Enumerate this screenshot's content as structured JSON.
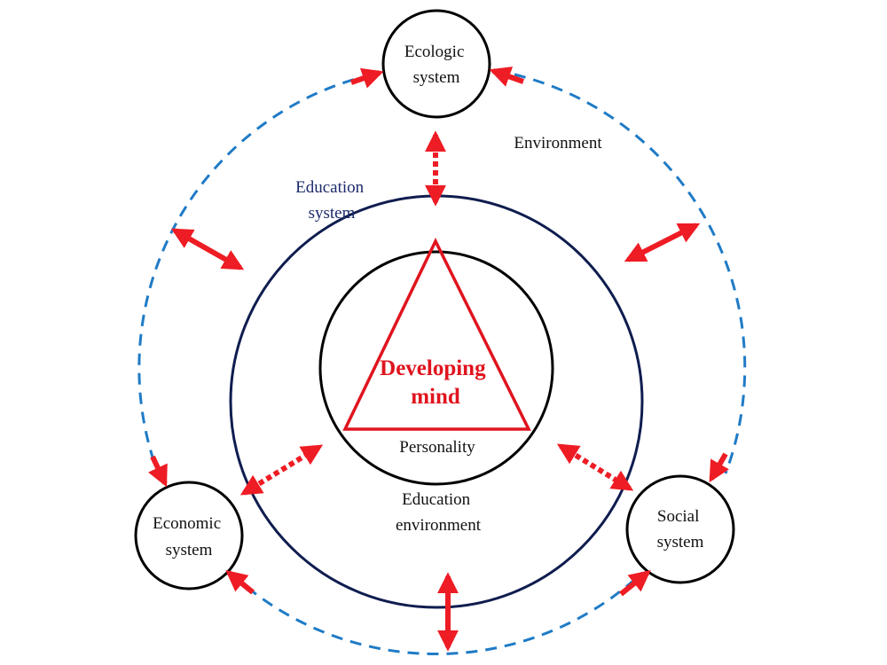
{
  "colors": {
    "outer_ring": "#1f7bc6",
    "education_ring": "#0f1d4f",
    "arrow": "#ee1c24",
    "triangle": "#e0141e",
    "node_border": "#000000",
    "text": "#111111",
    "education_text": "#1c2a6b"
  },
  "labels": {
    "environment": "Environment",
    "education_system": [
      "Education",
      "system"
    ],
    "education_environment": [
      "Education",
      "environment"
    ],
    "personality": "Personality",
    "developing_mind": [
      "Developing",
      "mind"
    ]
  },
  "nodes": {
    "ecologic": [
      "Ecologic",
      "system"
    ],
    "economic": [
      "Economic",
      "system"
    ],
    "social": [
      "Social",
      "system"
    ]
  }
}
